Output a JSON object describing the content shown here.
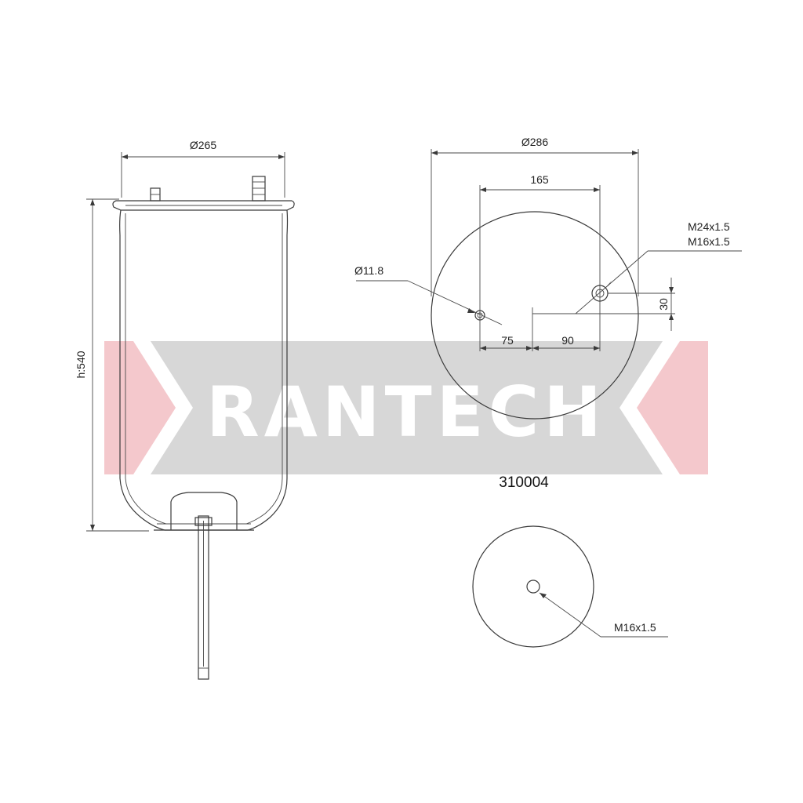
{
  "watermark": {
    "brand": "RANTECH",
    "band_color": "#d7d7d7",
    "arrow_color": "#f4c8cc",
    "text_color": "#ffffff"
  },
  "part_number": "310004",
  "side_view": {
    "diameter_label": "Ø265",
    "height_label": "h:540"
  },
  "top_plate_view": {
    "diameter_label": "Ø286",
    "bolt_spacing_label": "165",
    "hole_label": "Ø11.8",
    "thread_label_1": "M24x1.5",
    "thread_label_2": "M16x1.5",
    "offset_left_label": "75",
    "offset_right_label": "90",
    "offset_vertical_label": "30"
  },
  "bottom_view": {
    "thread_label": "M16x1.5"
  },
  "colors": {
    "line": "#3a3a3a",
    "background": "#ffffff"
  }
}
